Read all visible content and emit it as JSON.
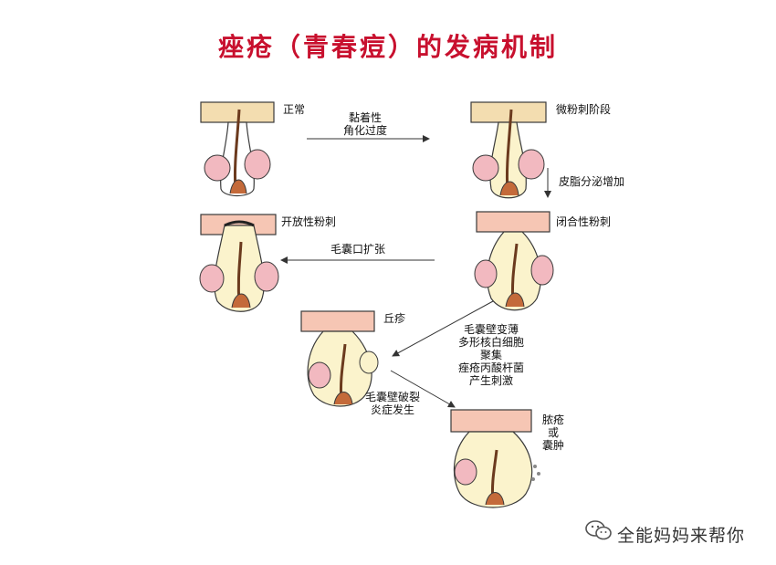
{
  "title": "痤疮（青春痘）的发病机制",
  "stages": {
    "normal": "正常",
    "microcomedo": "微粉刺阶段",
    "open_comedo": "开放性粉刺",
    "closed_comedo": "闭合性粉刺",
    "papule": "丘疹",
    "pustule_line1": "脓疮",
    "pustule_line2": "或",
    "pustule_line3": "囊肿"
  },
  "arrows": {
    "a1_line1": "黏着性",
    "a1_line2": "角化过度",
    "a2": "皮脂分泌增加",
    "a3": "毛囊口扩张",
    "a4_line1": "毛囊壁变薄",
    "a4_line2": "多形核白细胞",
    "a4_line3": "聚集",
    "a4_line4": "痤疮丙酸杆菌",
    "a4_line5": "产生刺激",
    "a5_line1": "毛囊壁破裂",
    "a5_line2": "炎症发生"
  },
  "watermark": "全能妈妈来帮你",
  "colors": {
    "title": "#c8102e",
    "skin_top": "#f3ddb0",
    "skin_stroke": "#3a3a3a",
    "gland_pink": "#f2b9c0",
    "plug": "#fbf3cc",
    "hair": "#6b3a1e",
    "inflamed": "#f6c6b4",
    "arrow": "#333333"
  }
}
